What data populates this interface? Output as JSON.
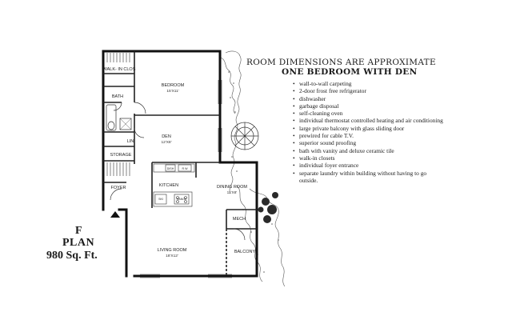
{
  "header": {
    "disclaimer": "ROOM DIMENSIONS ARE APPROXIMATE",
    "unit_type": "ONE BEDROOM WITH DEN"
  },
  "features": [
    "wall-to-wall carpeting",
    "2-door frost free refrigerator",
    "dishwasher",
    "garbage disposal",
    "self-cleaning oven",
    "individual thermostat controlled heating and air conditioning",
    "large private balcony with glass sliding door",
    "prewired for cable T.V.",
    "superior sound proofing",
    "bath with vanity and deluxe ceramic tile",
    "walk-in closets",
    "individual foyer entrance",
    "separate laundry within building without having to go outside."
  ],
  "plan": {
    "letter": "F",
    "word": "PLAN",
    "area": "980 Sq. Ft."
  },
  "rooms": {
    "walk_in_closet": {
      "label": "WALK- IN CLOS"
    },
    "bedroom": {
      "label": "BEDROOM",
      "dims": "15'X11'"
    },
    "bath": {
      "label": "BATH"
    },
    "den": {
      "label": "DEN",
      "dims": "12'X8'"
    },
    "linen": {
      "label": "LIN"
    },
    "storage": {
      "label": "STORAGE"
    },
    "foyer": {
      "label": "FOYER"
    },
    "kitchen": {
      "label": "KITCHEN"
    },
    "dining_room": {
      "label": "DINING ROOM",
      "dims": "11'X8'"
    },
    "mech": {
      "label": "MECH"
    },
    "living_room": {
      "label": "LIVING ROOM",
      "dims": "18'X12'"
    },
    "balcony": {
      "label": "BALCONY"
    }
  },
  "appliances": {
    "dishwasher": "DISH",
    "refrigerator": "R W",
    "sink": "SKI",
    "range": "RANGE"
  }
}
